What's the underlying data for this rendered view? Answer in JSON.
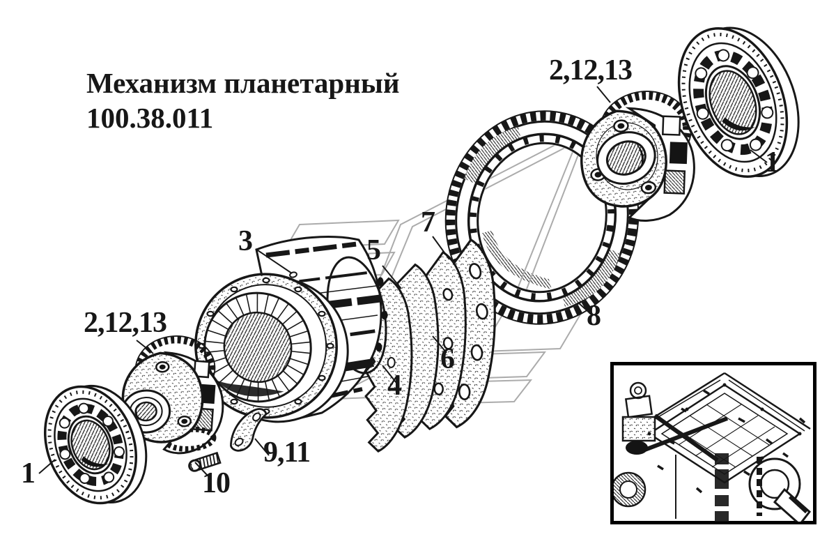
{
  "title": {
    "line1": "Механизм планетарный",
    "line2": "100.38.011"
  },
  "part_labels": {
    "bearing_right": "1",
    "carrier_right": "2,12,13",
    "drum": "3",
    "disc_4": "4",
    "disc_5": "5",
    "disc_6": "6",
    "disc_7": "7",
    "ring_gear": "8",
    "stop_plates": "9,11",
    "bolt": "10",
    "carrier_left": "2,12,13",
    "bearing_left": "1"
  },
  "colors": {
    "ink": "#171717",
    "watermark_gray": "#ababab",
    "background": "#ffffff",
    "inset_frame": "#000000"
  }
}
